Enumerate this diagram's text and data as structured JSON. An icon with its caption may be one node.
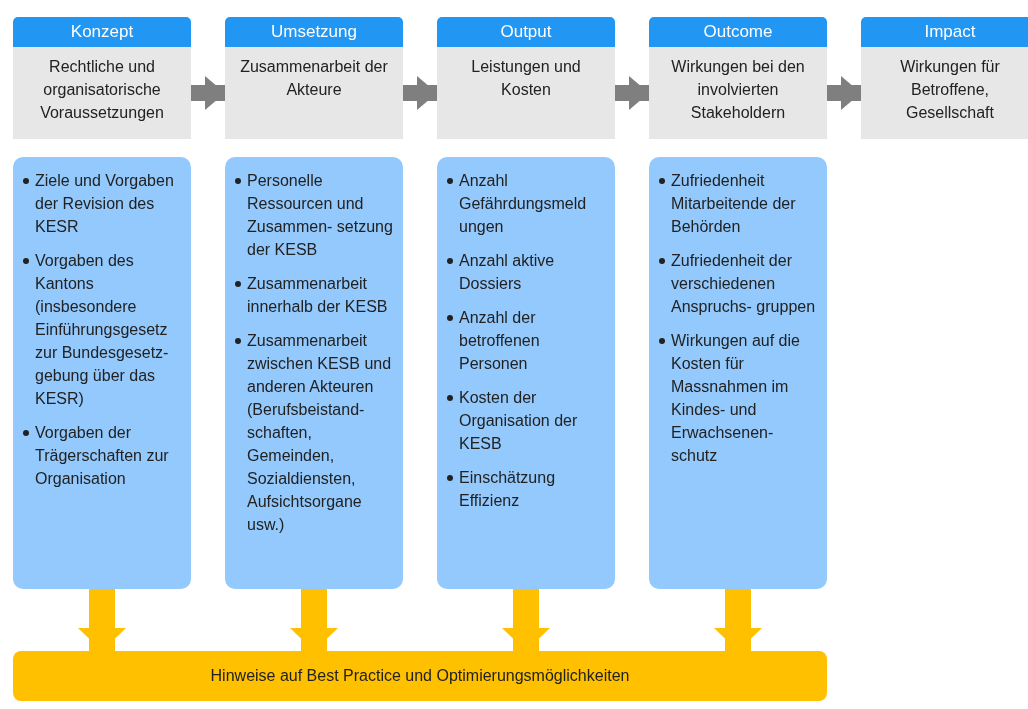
{
  "diagram": {
    "nodes": [
      {
        "text": [
          "Konzept",
          "Rechtliche und organisatorische Voraussetzungen"
        ]
      },
      {
        "text": [
          "Umsetzung",
          "Zusammenarbeit der Akteure"
        ]
      },
      {
        "text": [
          "Output",
          "Leistungen und Kosten"
        ]
      },
      {
        "text": [
          "Outcome",
          "Wirkungen bei den involvierten Stakeholdern"
        ]
      },
      {
        "text": [
          "Impact",
          "Wirkungen für Betroffene, Gesellschaft"
        ]
      },
      {
        "text": [
          "Ziele und Vorgaben der Revision des KESR",
          "Vorgaben des Kantons (insbesondere Einführungsgesetz zur Bundesgesetz- gebung über das KESR)",
          "Vorgaben der Trägerschaften zur Organisation"
        ]
      },
      {
        "text": [
          "Personelle Ressourcen und Zusammen- setzung der KESB",
          "Zusammenarbeit innerhalb der KESB",
          "Zusammenarbeit zwischen KESB und anderen Akteuren (Berufsbeistand- schaften, Gemeinden, Sozialdiensten, Aufsichtsorgane usw.)"
        ]
      },
      {
        "text": [
          "Anzahl Gefährdungsmeld ungen",
          "Anzahl aktive Dossiers",
          "Anzahl der betroffenen Personen",
          "Kosten der Organisation der KESB",
          "Einschätzung Effizienz"
        ]
      },
      {
        "text": [
          "Zufriedenheit Mitarbeitende der Behörden",
          "Zufriedenheit der verschiedenen Anspruchs- gruppen",
          "Wirkungen auf die Kosten für Massnahmen im Kindes- und Erwachsenen- schutz"
        ]
      },
      {
        "text": [
          "Hinweise auf Best Practice und Optimierungsmöglichkeiten"
        ]
      }
    ],
    "edges": [
      {
        "from": 0,
        "to": 1,
        "arrow": "to",
        "color": "#7f7f7f"
      },
      {
        "from": 1,
        "to": 2,
        "arrow": "to",
        "color": "#7f7f7f"
      },
      {
        "from": 2,
        "to": 3,
        "arrow": "to",
        "color": "#7f7f7f"
      },
      {
        "from": 3,
        "to": 4,
        "arrow": "to",
        "color": "#7f7f7f"
      },
      {
        "from": 5,
        "to": 9,
        "arrow": "to",
        "color": "#ffc000"
      },
      {
        "from": 6,
        "to": 9,
        "arrow": "to",
        "color": "#ffc000"
      },
      {
        "from": 7,
        "to": 9,
        "arrow": "to",
        "color": "#ffc000"
      },
      {
        "from": 8,
        "to": 9,
        "arrow": "to",
        "color": "#ffc000"
      }
    ]
  }
}
